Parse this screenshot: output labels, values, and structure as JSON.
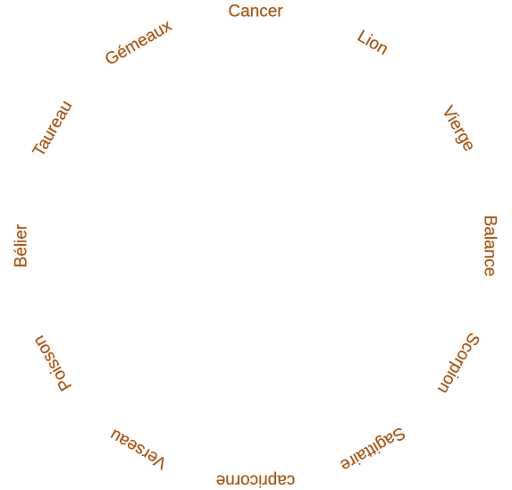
{
  "zodiac_ring": {
    "text_color": "#ad5410",
    "signs": [
      {
        "label": "Cancer"
      },
      {
        "label": "Lion"
      },
      {
        "label": "Vierge"
      },
      {
        "label": "Balance"
      },
      {
        "label": "Scorpion"
      },
      {
        "label": "Sagittaire"
      },
      {
        "label": "capricorne"
      },
      {
        "label": "Verseau"
      },
      {
        "label": "Poisson"
      },
      {
        "label": "Bélier"
      },
      {
        "label": "Taureau"
      },
      {
        "label": "Gémeaux"
      }
    ]
  }
}
